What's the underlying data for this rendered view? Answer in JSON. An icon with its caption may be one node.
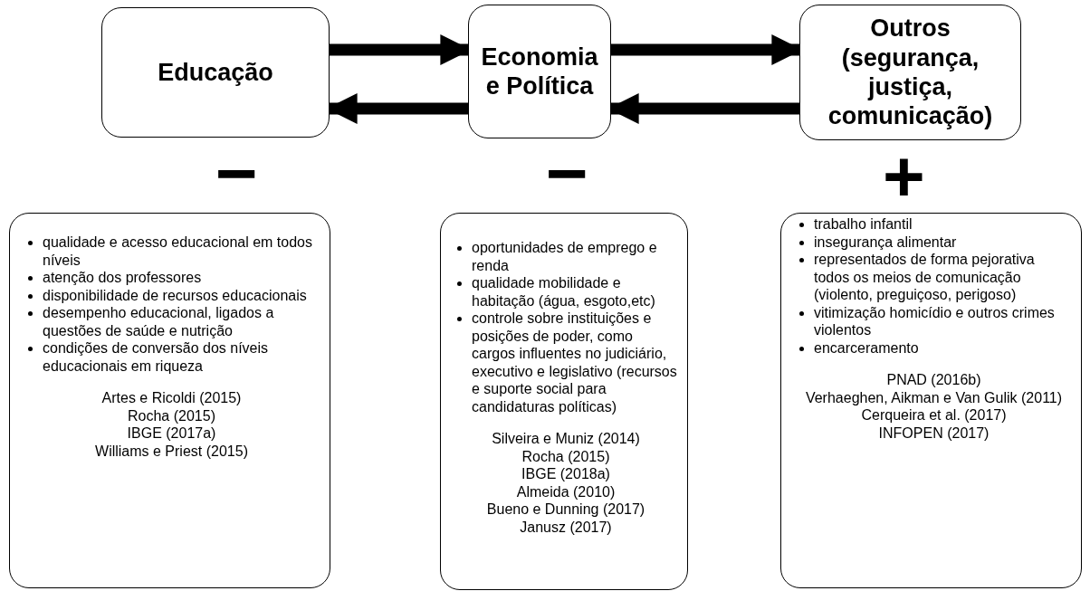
{
  "diagram": {
    "nodes": [
      {
        "text": [
          "Educação"
        ]
      },
      {
        "text": [
          "Economia e Política"
        ]
      },
      {
        "text": [
          "Outros (segurança, justiça, comunicação)"
        ]
      },
      {
        "text": [
          "qualidade e acesso educacional em todos níveis",
          "atenção dos professores",
          "disponibilidade de recursos educacionais",
          "desempenho educacional, ligados a questões de saúde e nutrição",
          "condições de conversão dos níveis educacionais em riqueza",
          "Artes e Ricoldi (2015)",
          "Rocha (2015)",
          "IBGE (2017a)",
          "Williams e Priest (2015)"
        ]
      },
      {
        "text": [
          "oportunidades de emprego e renda",
          "qualidade mobilidade e habitação (água, esgoto,etc)",
          "controle sobre instituições e posições de poder, como cargos influentes no judiciário, executivo e legislativo (recursos e suporte social para candidaturas políticas)",
          "Silveira e Muniz (2014)",
          "Rocha (2015)",
          "IBGE (2018a)",
          "Almeida (2010)",
          "Bueno e Dunning (2017)",
          "Janusz (2017)"
        ]
      },
      {
        "text": [
          "trabalho infantil",
          "insegurança alimentar",
          "representados de forma pejorativa todos os meios de comunicação (violento, preguiçoso, perigoso)",
          "vitimização homicídio e outros crimes violentos",
          "encarceramento",
          "PNAD (2016b)",
          "Verhaeghen, Aikman e Van Gulik (2011)",
          "Cerqueira et al. (2017)",
          "INFOPEN (2017)"
        ]
      }
    ],
    "edges": [
      {
        "from": 0,
        "to": 1,
        "arrow": "to"
      },
      {
        "from": 1,
        "to": 0,
        "arrow": "to"
      },
      {
        "from": 1,
        "to": 2,
        "arrow": "to"
      },
      {
        "from": 2,
        "to": 1,
        "arrow": "to"
      }
    ],
    "labels": [
      "−",
      "−",
      "+"
    ]
  }
}
